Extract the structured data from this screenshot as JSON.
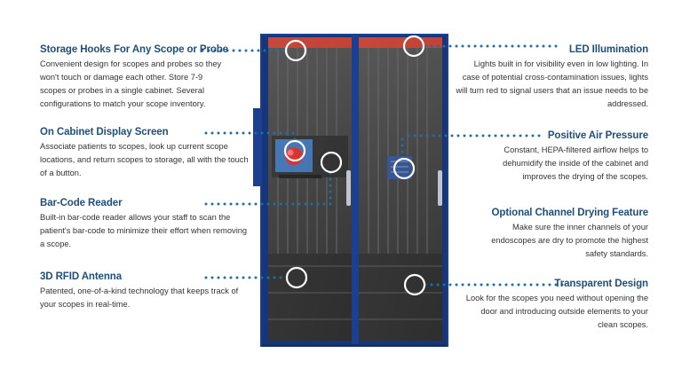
{
  "features": {
    "storage_hooks": {
      "title": "Storage Hooks For Any Scope or Probe",
      "desc": "Convenient design for scopes and probes so they won't touch or damage each other. Store 7-9 scopes or probes in a single cabinet. Several configurations to match your scope inventory."
    },
    "display_screen": {
      "title": "On Cabinet Display Screen",
      "desc": "Associate patients to scopes, look up current scope locations, and return scopes to storage, all with the touch of a button."
    },
    "barcode": {
      "title": "Bar-Code Reader",
      "desc": "Built-in bar-code reader allows your staff to scan the patient's bar-code to minimize their effort when removing a scope."
    },
    "rfid": {
      "title": "3D RFID Antenna",
      "desc": "Patented, one-of-a-kind technology that keeps track of your scopes in real-time."
    },
    "led": {
      "title": "LED Illumination",
      "desc": "Lights built in for visibility even in low lighting. In case of potential cross-contamination issues, lights will turn red to signal users that an issue needs to be addressed."
    },
    "air_pressure": {
      "title": "Positive Air Pressure",
      "desc": "Constant, HEPA-filtered airflow helps to dehumidify the inside of the cabinet and improves the drying of the scopes."
    },
    "channel_drying": {
      "title": "Optional Channel Drying Feature",
      "desc": "Make sure the inner channels of your endoscopes are dry to promote the highest safety standards."
    },
    "transparent": {
      "title": "Transparent Design",
      "desc": "Look for the scopes you need without opening the door and introducing outside elements to your clean scopes."
    }
  },
  "colors": {
    "title": "#1f4f7a",
    "text": "#333333",
    "dots": "#1f6fa3",
    "cabinet_frame": "#1d3f8f",
    "led_strip": "#c0392b",
    "interior": "#3a3a3a"
  }
}
